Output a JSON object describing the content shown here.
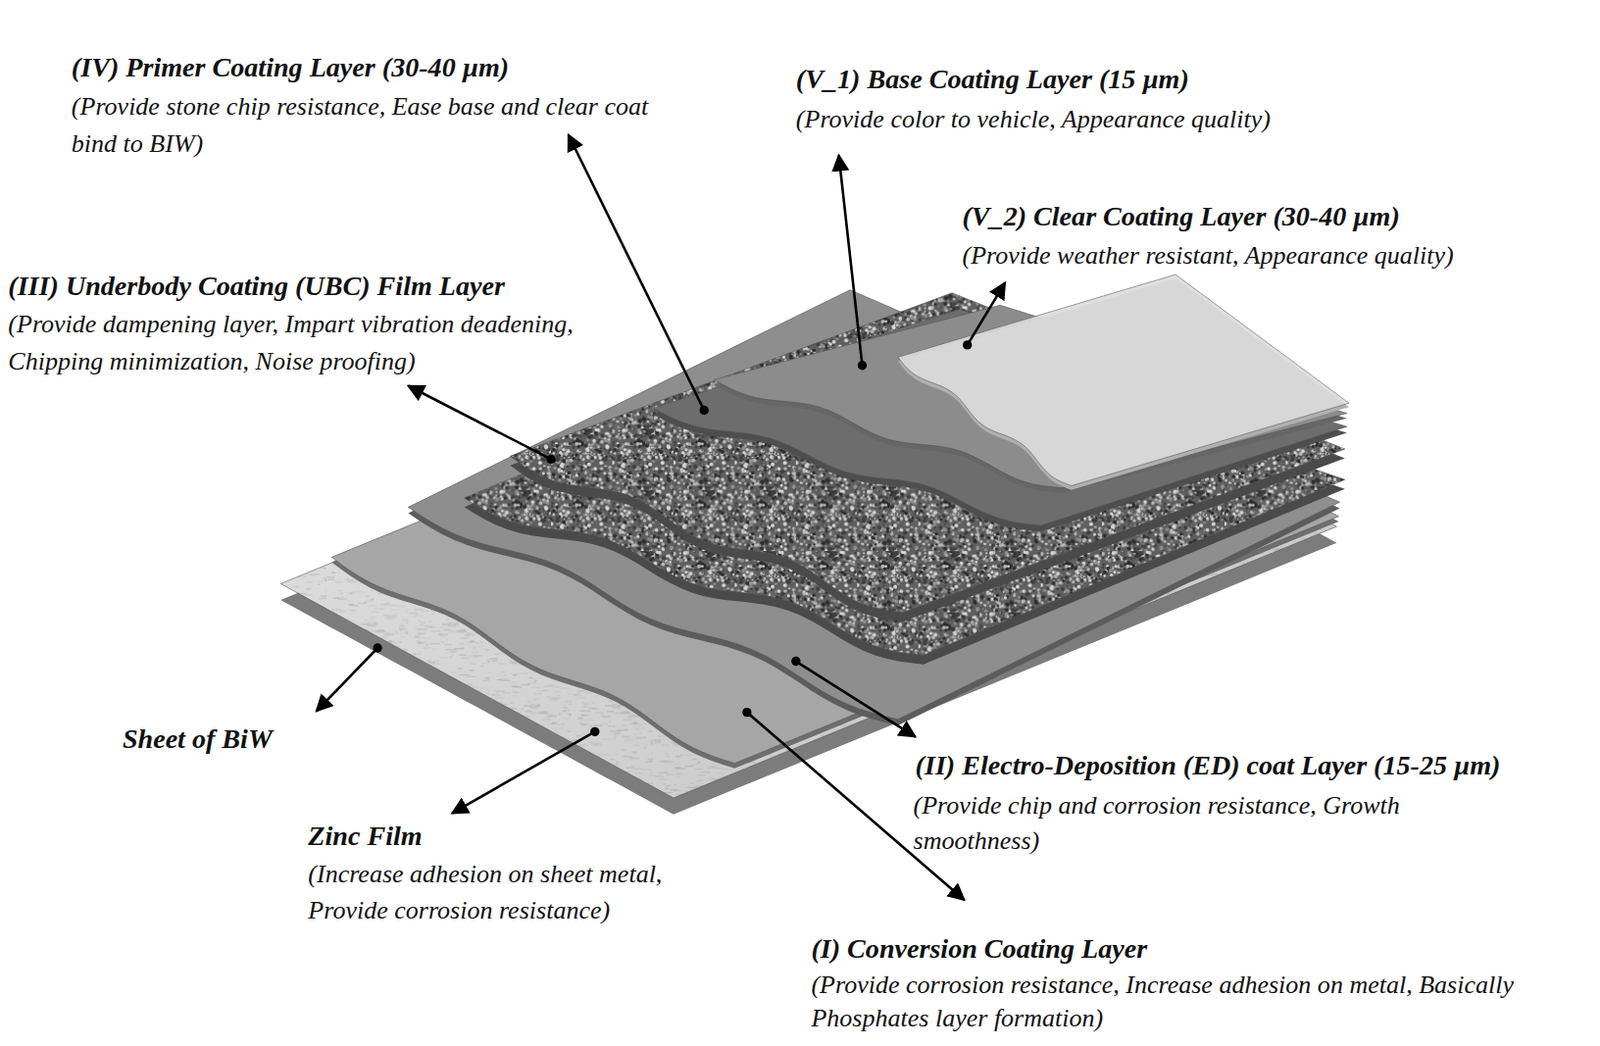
{
  "diagram": {
    "labels": [
      "(IV) Primer Coating Layer (30-40 µm)",
      "(Provide stone chip resistance, Ease base and clear coat bind to BIW)",
      "(V_1) Base Coating Layer (15 µm)",
      "(Provide color to vehicle, Appearance quality)",
      "(V_2) Clear Coating Layer (30-40 µm)",
      "(Provide weather resistant, Appearance quality)",
      "(III) Underbody Coating (UBC) Film Layer",
      "(Provide dampening layer, Impart vibration deadening, Chipping minimization, Noise proofing)",
      "Sheet of BiW",
      "(II) Electro-Deposition (ED) coat Layer (15-25 µm)",
      "(Provide chip and corrosion resistance, Growth smoothness)",
      "Zinc Film",
      "(Increase adhesion on sheet metal, Provide corrosion resistance)",
      "(I) Conversion Coating Layer",
      "(Provide corrosion resistance, Increase adhesion on metal, Basically Phosphates layer formation)"
    ]
  }
}
